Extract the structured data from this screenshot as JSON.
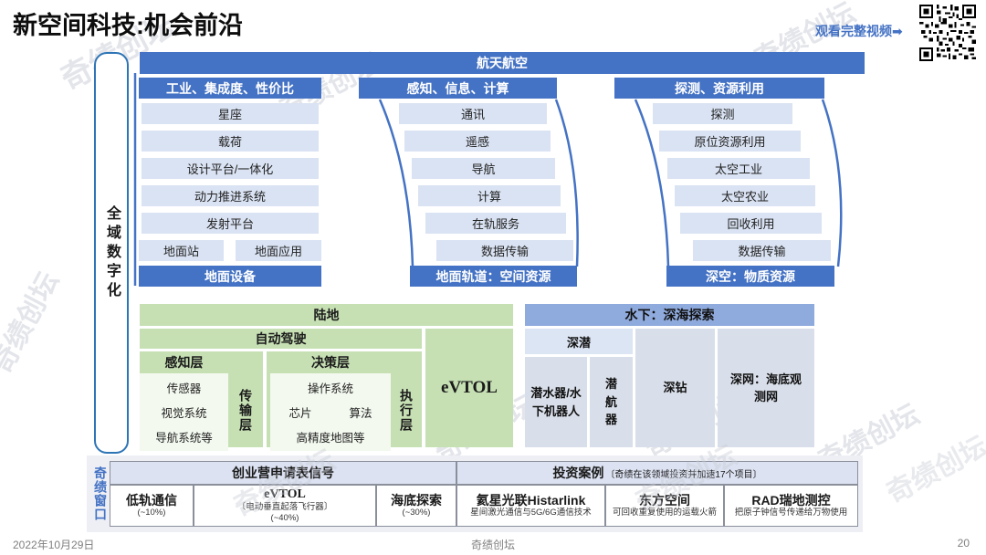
{
  "title": "新空间科技:机会前沿",
  "video_link": {
    "label": "观看完整视频",
    "arrow": "➡"
  },
  "watermark_text": "奇绩创坛",
  "sidebar_label": "全域数字化",
  "aerospace": {
    "header": "航天航空",
    "columns": [
      {
        "header": "工业、集成度、性价比",
        "items": [
          "星座",
          "载荷",
          "设计平台/一体化",
          "动力推进系统",
          "发射平台"
        ],
        "split_items": [
          "地面站",
          "地面应用"
        ],
        "footer": "地面设备"
      },
      {
        "header": "感知、信息、计算",
        "items": [
          "通讯",
          "遥感",
          "导航",
          "计算",
          "在轨服务",
          "数据传输"
        ],
        "footer": "地面轨道：空间资源"
      },
      {
        "header": "探测、资源利用",
        "items": [
          "探测",
          "原位资源利用",
          "太空工业",
          "太空农业",
          "回收利用",
          "数据传输"
        ],
        "footer": "深空：物质资源"
      }
    ]
  },
  "land": {
    "header": "陆地",
    "autodrive": "自动驾驶",
    "evtol": "eVTOL",
    "perception": {
      "header": "感知层",
      "items": [
        "传感器",
        "视觉系统",
        "导航系统等"
      ],
      "side": "传输层"
    },
    "decision": {
      "header": "决策层",
      "items": [
        "操作系统",
        "芯片",
        "算法",
        "高精度地图等"
      ],
      "side": "执行层"
    }
  },
  "underwater": {
    "header": "水下：深海探索",
    "sub_header": "深潜",
    "cells": [
      "潜水器/水下机器人",
      "潜航器",
      "深钻",
      "深网：海底观测网"
    ]
  },
  "window": {
    "label": "奇绩窗口",
    "signal_header": "创业营申请表信号",
    "invest_header": "投资案例",
    "invest_note": "〔奇绩在该领域投资并加速17个项目〕",
    "cells": [
      {
        "title": "低轨通信",
        "sub": "(~10%)"
      },
      {
        "title": "eVTOL",
        "sub": "〔电动垂直起落飞行器〕",
        "sub2": "(~40%)"
      },
      {
        "title": "海底探索",
        "sub": "(~30%)"
      },
      {
        "title": "氦星光联Histarlink",
        "sub": "星间激光通信与5G/6G通信技术"
      },
      {
        "title": "东方空间",
        "sub": "可回收重复使用的运载火箭"
      },
      {
        "title": "RAD瑞地测控",
        "sub": "把原子钟信号传递给万物使用"
      }
    ]
  },
  "footer": {
    "date": "2022年10月29日",
    "center": "奇绩创坛",
    "page": "20"
  },
  "colors": {
    "accent_blue": "#4472C4",
    "light_blue": "#DAE3F3",
    "green": "#C6E0B4",
    "underwater_blue": "#8FAADC",
    "panel_bg": "#EDEFF5"
  }
}
